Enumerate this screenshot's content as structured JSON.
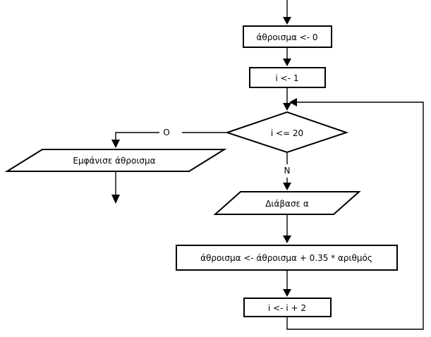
{
  "flowchart": {
    "init_sum": "άθροισμα <- 0",
    "init_i": "i <- 1",
    "condition": "i <= 20",
    "false_label": "Ο",
    "true_label": "Ν",
    "output": "Εμφάνισε άθροισμα",
    "input": "Διάβασε α",
    "accumulate": "άθροισμα <- άθροισμα + 0.35 * αριθμός",
    "increment": "i <- i + 2"
  }
}
